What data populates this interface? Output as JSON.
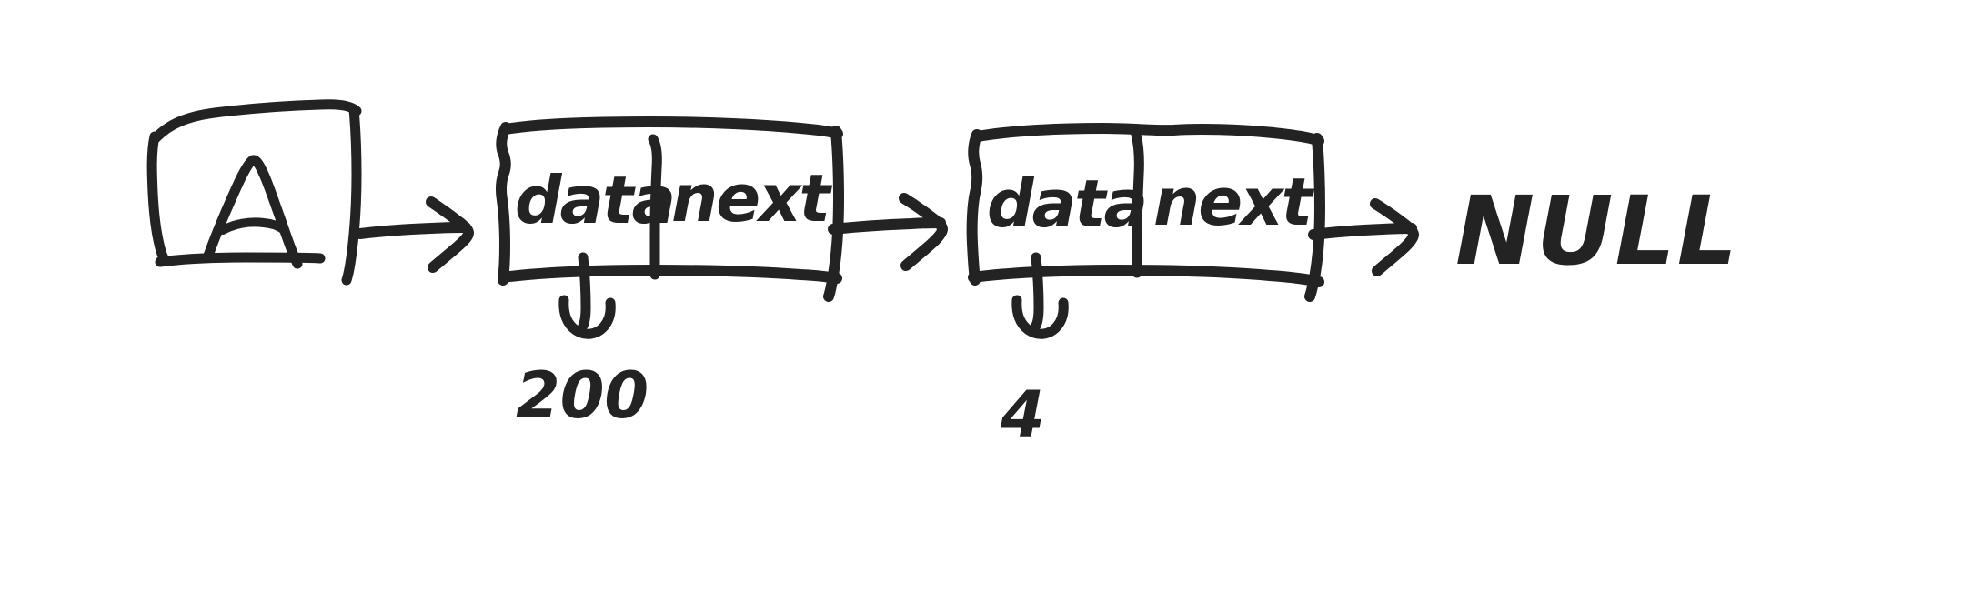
{
  "diagram": {
    "title": "Singly linked list with head pointer",
    "style": "hand-drawn-whiteboard",
    "background_color": "#ffffff",
    "ink_color": "#232323"
  },
  "head_pointer": {
    "label": "A",
    "name": "head-pointer-box"
  },
  "nodes": [
    {
      "data_label": "data",
      "next_label": "next",
      "data_value": "200"
    },
    {
      "data_label": "data",
      "next_label": "next",
      "data_value": "4"
    }
  ],
  "terminator": {
    "label": "NULL"
  },
  "arrows": [
    {
      "name": "arrow-head-to-node1",
      "from": "head-pointer-box",
      "to": "node-1"
    },
    {
      "name": "arrow-node1-to-node2",
      "from": "node-1",
      "to": "node-2"
    },
    {
      "name": "arrow-node2-to-null",
      "from": "node-2",
      "to": "null-terminator"
    }
  ],
  "value_connectors": [
    {
      "name": "value-connector-node1",
      "target": "200"
    },
    {
      "name": "value-connector-node2",
      "target": "4"
    }
  ]
}
